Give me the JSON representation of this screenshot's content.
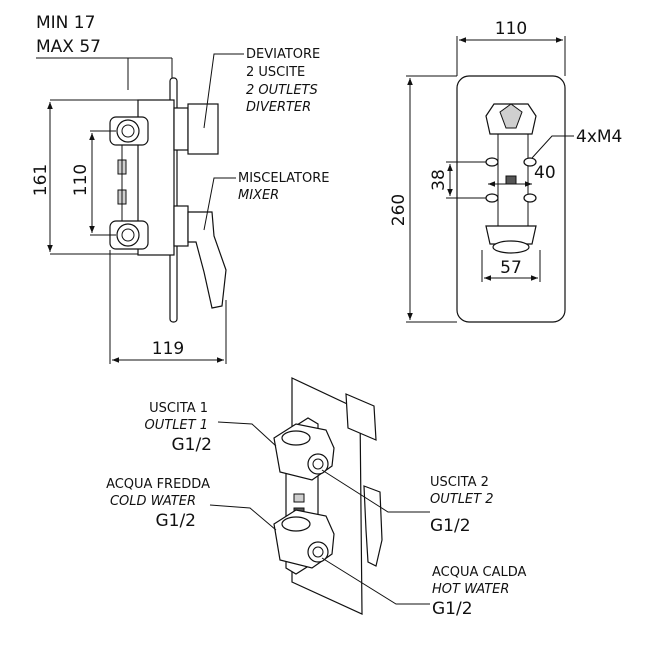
{
  "side_view": {
    "depth_min": "MIN 17",
    "depth_max": "MAX 57",
    "height_total": "161",
    "inlet_spacing": "110",
    "width_depth": "119"
  },
  "labels": {
    "diverter_it_1": "DEVIATORE",
    "diverter_it_2": "2 USCITE",
    "diverter_en_1": "2 OUTLETS",
    "diverter_en_2": "DIVERTER",
    "mixer_it": "MISCELATORE",
    "mixer_en": "MIXER"
  },
  "front_view": {
    "plate_width": "110",
    "plate_height": "260",
    "screw_spec": "4xM4",
    "screw_spacing_v": "38",
    "screw_spacing_h": "40",
    "knob_diameter": "57"
  },
  "iso_view": {
    "outlet1_it": "USCITA 1",
    "outlet1_en": "OUTLET 1",
    "outlet1_thread": "G1/2",
    "cold_it": "ACQUA FREDDA",
    "cold_en": "COLD WATER",
    "cold_thread": "G1/2",
    "outlet2_it": "USCITA 2",
    "outlet2_en": "OUTLET 2",
    "outlet2_thread": "G1/2",
    "hot_it": "ACQUA CALDA",
    "hot_en": "HOT WATER",
    "hot_thread": "G1/2"
  }
}
